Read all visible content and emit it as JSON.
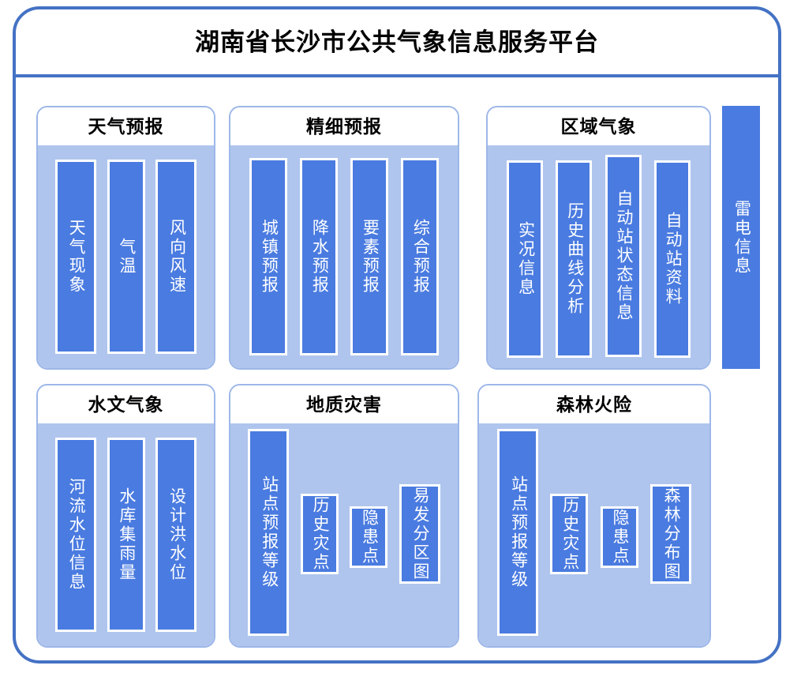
{
  "platform": {
    "title": "湖南省长沙市公共气象信息服务平台",
    "frame_border_color": "#4472C4",
    "card_border_color": "#9DB7E8",
    "card_body_color": "#AFC5EE",
    "item_color": "#4A7BE0",
    "item_text_color": "#FFFFFF"
  },
  "groups": [
    {
      "id": "weather-forecast",
      "title": "天气预报",
      "items": [
        {
          "label": "天气现象"
        },
        {
          "label": "气温"
        },
        {
          "label": "风向风速"
        }
      ]
    },
    {
      "id": "fine-forecast",
      "title": "精细预报",
      "items": [
        {
          "label": "城镇预报"
        },
        {
          "label": "降水预报"
        },
        {
          "label": "要素预报"
        },
        {
          "label": "综合预报"
        }
      ]
    },
    {
      "id": "regional-weather",
      "title": "区域气象",
      "items": [
        {
          "label": "实况信息"
        },
        {
          "label": "历史曲线分析"
        },
        {
          "label": "自动站状态信息"
        },
        {
          "label": "自动站资料"
        }
      ]
    },
    {
      "id": "hydro-weather",
      "title": "水文气象",
      "items": [
        {
          "label": "河流水位信息"
        },
        {
          "label": "水库集雨量"
        },
        {
          "label": "设计洪水位"
        }
      ]
    },
    {
      "id": "geo-hazard",
      "title": "地质灾害",
      "items": [
        {
          "label": "站点预报等级"
        },
        {
          "label": "历史灾点"
        },
        {
          "label": "隐患点"
        },
        {
          "label": "易发分区图"
        }
      ]
    },
    {
      "id": "forest-fire",
      "title": "森林火险",
      "items": [
        {
          "label": "站点预报等级"
        },
        {
          "label": "历史灾点"
        },
        {
          "label": "隐患点"
        },
        {
          "label": "森林分布图"
        }
      ]
    }
  ],
  "standalone": {
    "lightning": {
      "label": "雷电信息"
    }
  }
}
